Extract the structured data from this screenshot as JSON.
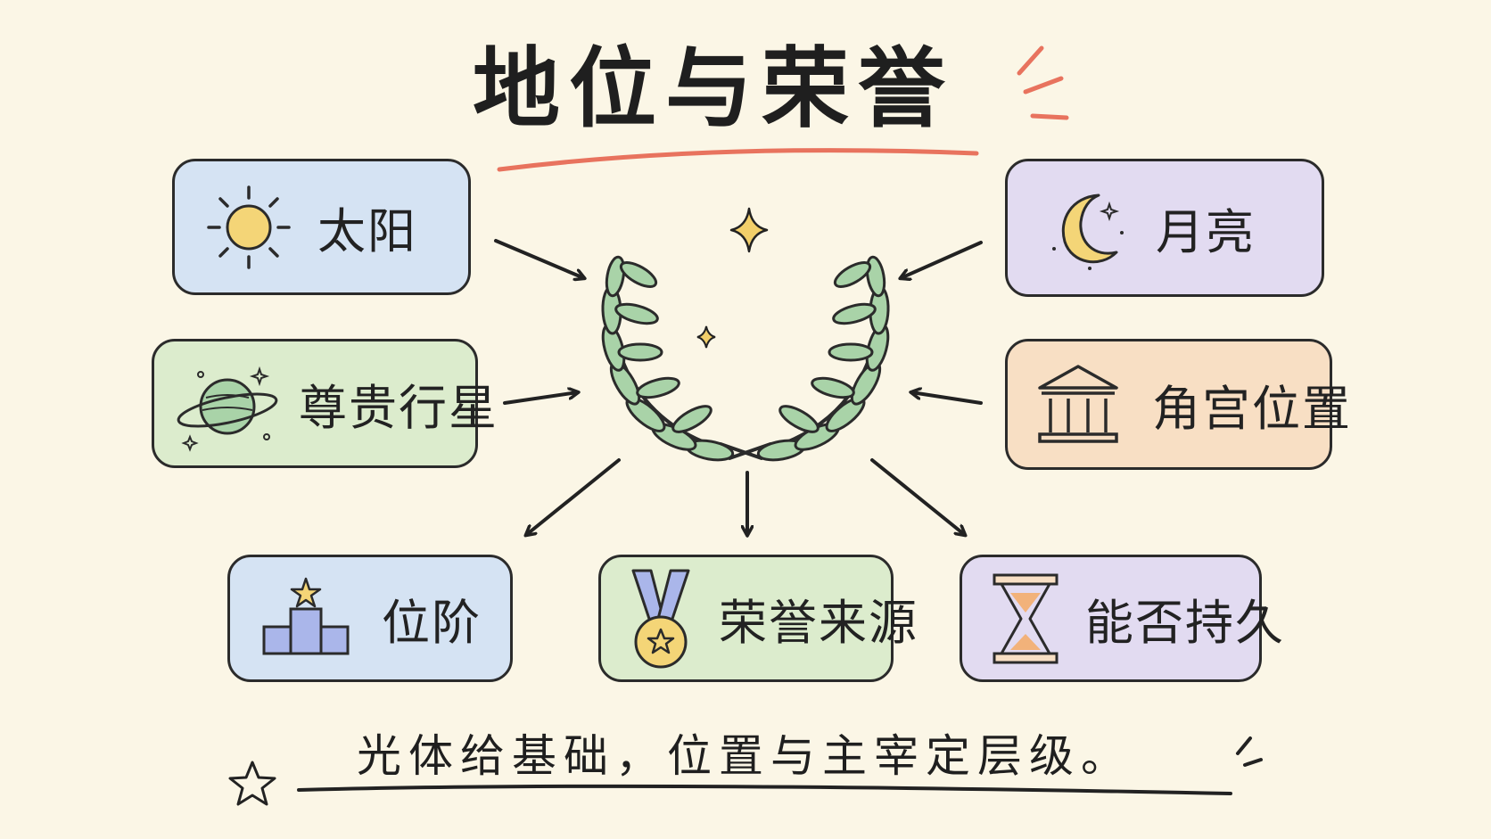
{
  "title": "地位与荣誉",
  "inputs": {
    "sun": {
      "label": "太阳",
      "icon": "sun-icon"
    },
    "moon": {
      "label": "月亮",
      "icon": "moon-icon"
    },
    "planet": {
      "label": "尊贵行星",
      "icon": "planet-icon"
    },
    "angle": {
      "label": "角宫位置",
      "icon": "temple-icon"
    }
  },
  "center": {
    "icon": "laurel-wreath-icon"
  },
  "outputs": {
    "rank": {
      "label": "位阶",
      "icon": "podium-icon"
    },
    "source": {
      "label": "荣誉来源",
      "icon": "medal-icon"
    },
    "duration": {
      "label": "能否持久",
      "icon": "hourglass-icon"
    }
  },
  "footer": "光体给基础，位置与主宰定层级。",
  "colors": {
    "blue": "#d5e3f3",
    "green": "#dceccd",
    "purple": "#e2dbf1",
    "orange": "#f8dfc4",
    "accent": "#e8735e",
    "ink": "#222222",
    "leaf": "#a9d3a8"
  }
}
